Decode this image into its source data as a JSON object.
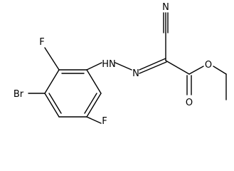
{
  "molecule": {
    "atoms": {
      "nitrile_n": "N",
      "hydrazone_nh": "HN",
      "hydrazone_n": "N",
      "ester_o": "O",
      "carbonyl_o": "O",
      "fluorine_top": "F",
      "fluorine_bottom": "F",
      "bromine": "Br"
    }
  }
}
